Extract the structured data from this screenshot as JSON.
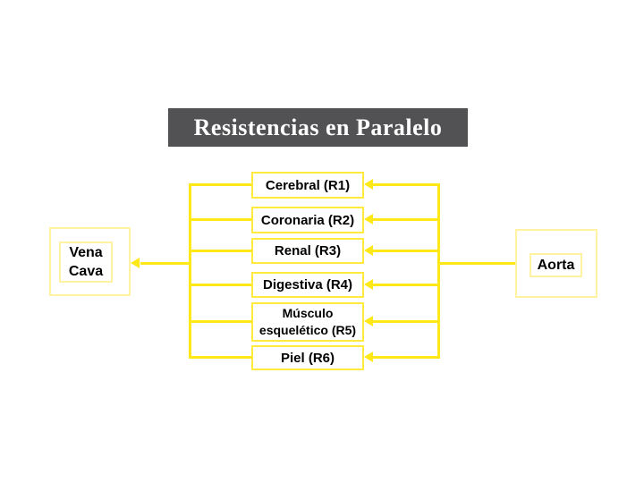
{
  "slide": {
    "title": "Resistencias en Paralelo"
  },
  "diagram": {
    "source_node": {
      "label": "Aorta"
    },
    "sink_node": {
      "label": "Vena Cava"
    },
    "resistances": [
      {
        "label": "Cerebral (R1)"
      },
      {
        "label": "Coronaria (R2)"
      },
      {
        "label": "Renal (R3)"
      },
      {
        "label": "Digestiva (R4)"
      },
      {
        "label": "Músculo esquelético (R5)"
      },
      {
        "label": "Piel (R6)"
      }
    ],
    "flow": "Aorta → resistencias en paralelo (R1–R6) → Vena Cava",
    "colors": {
      "connector_yellow": "#ffe818",
      "box_border_yellow": "#ffea3d",
      "pale_border_yellow": "#fff3a1",
      "title_background": "#525254",
      "title_text": "#ffffff",
      "label_text": "#000000",
      "background": "#ffffff"
    }
  }
}
